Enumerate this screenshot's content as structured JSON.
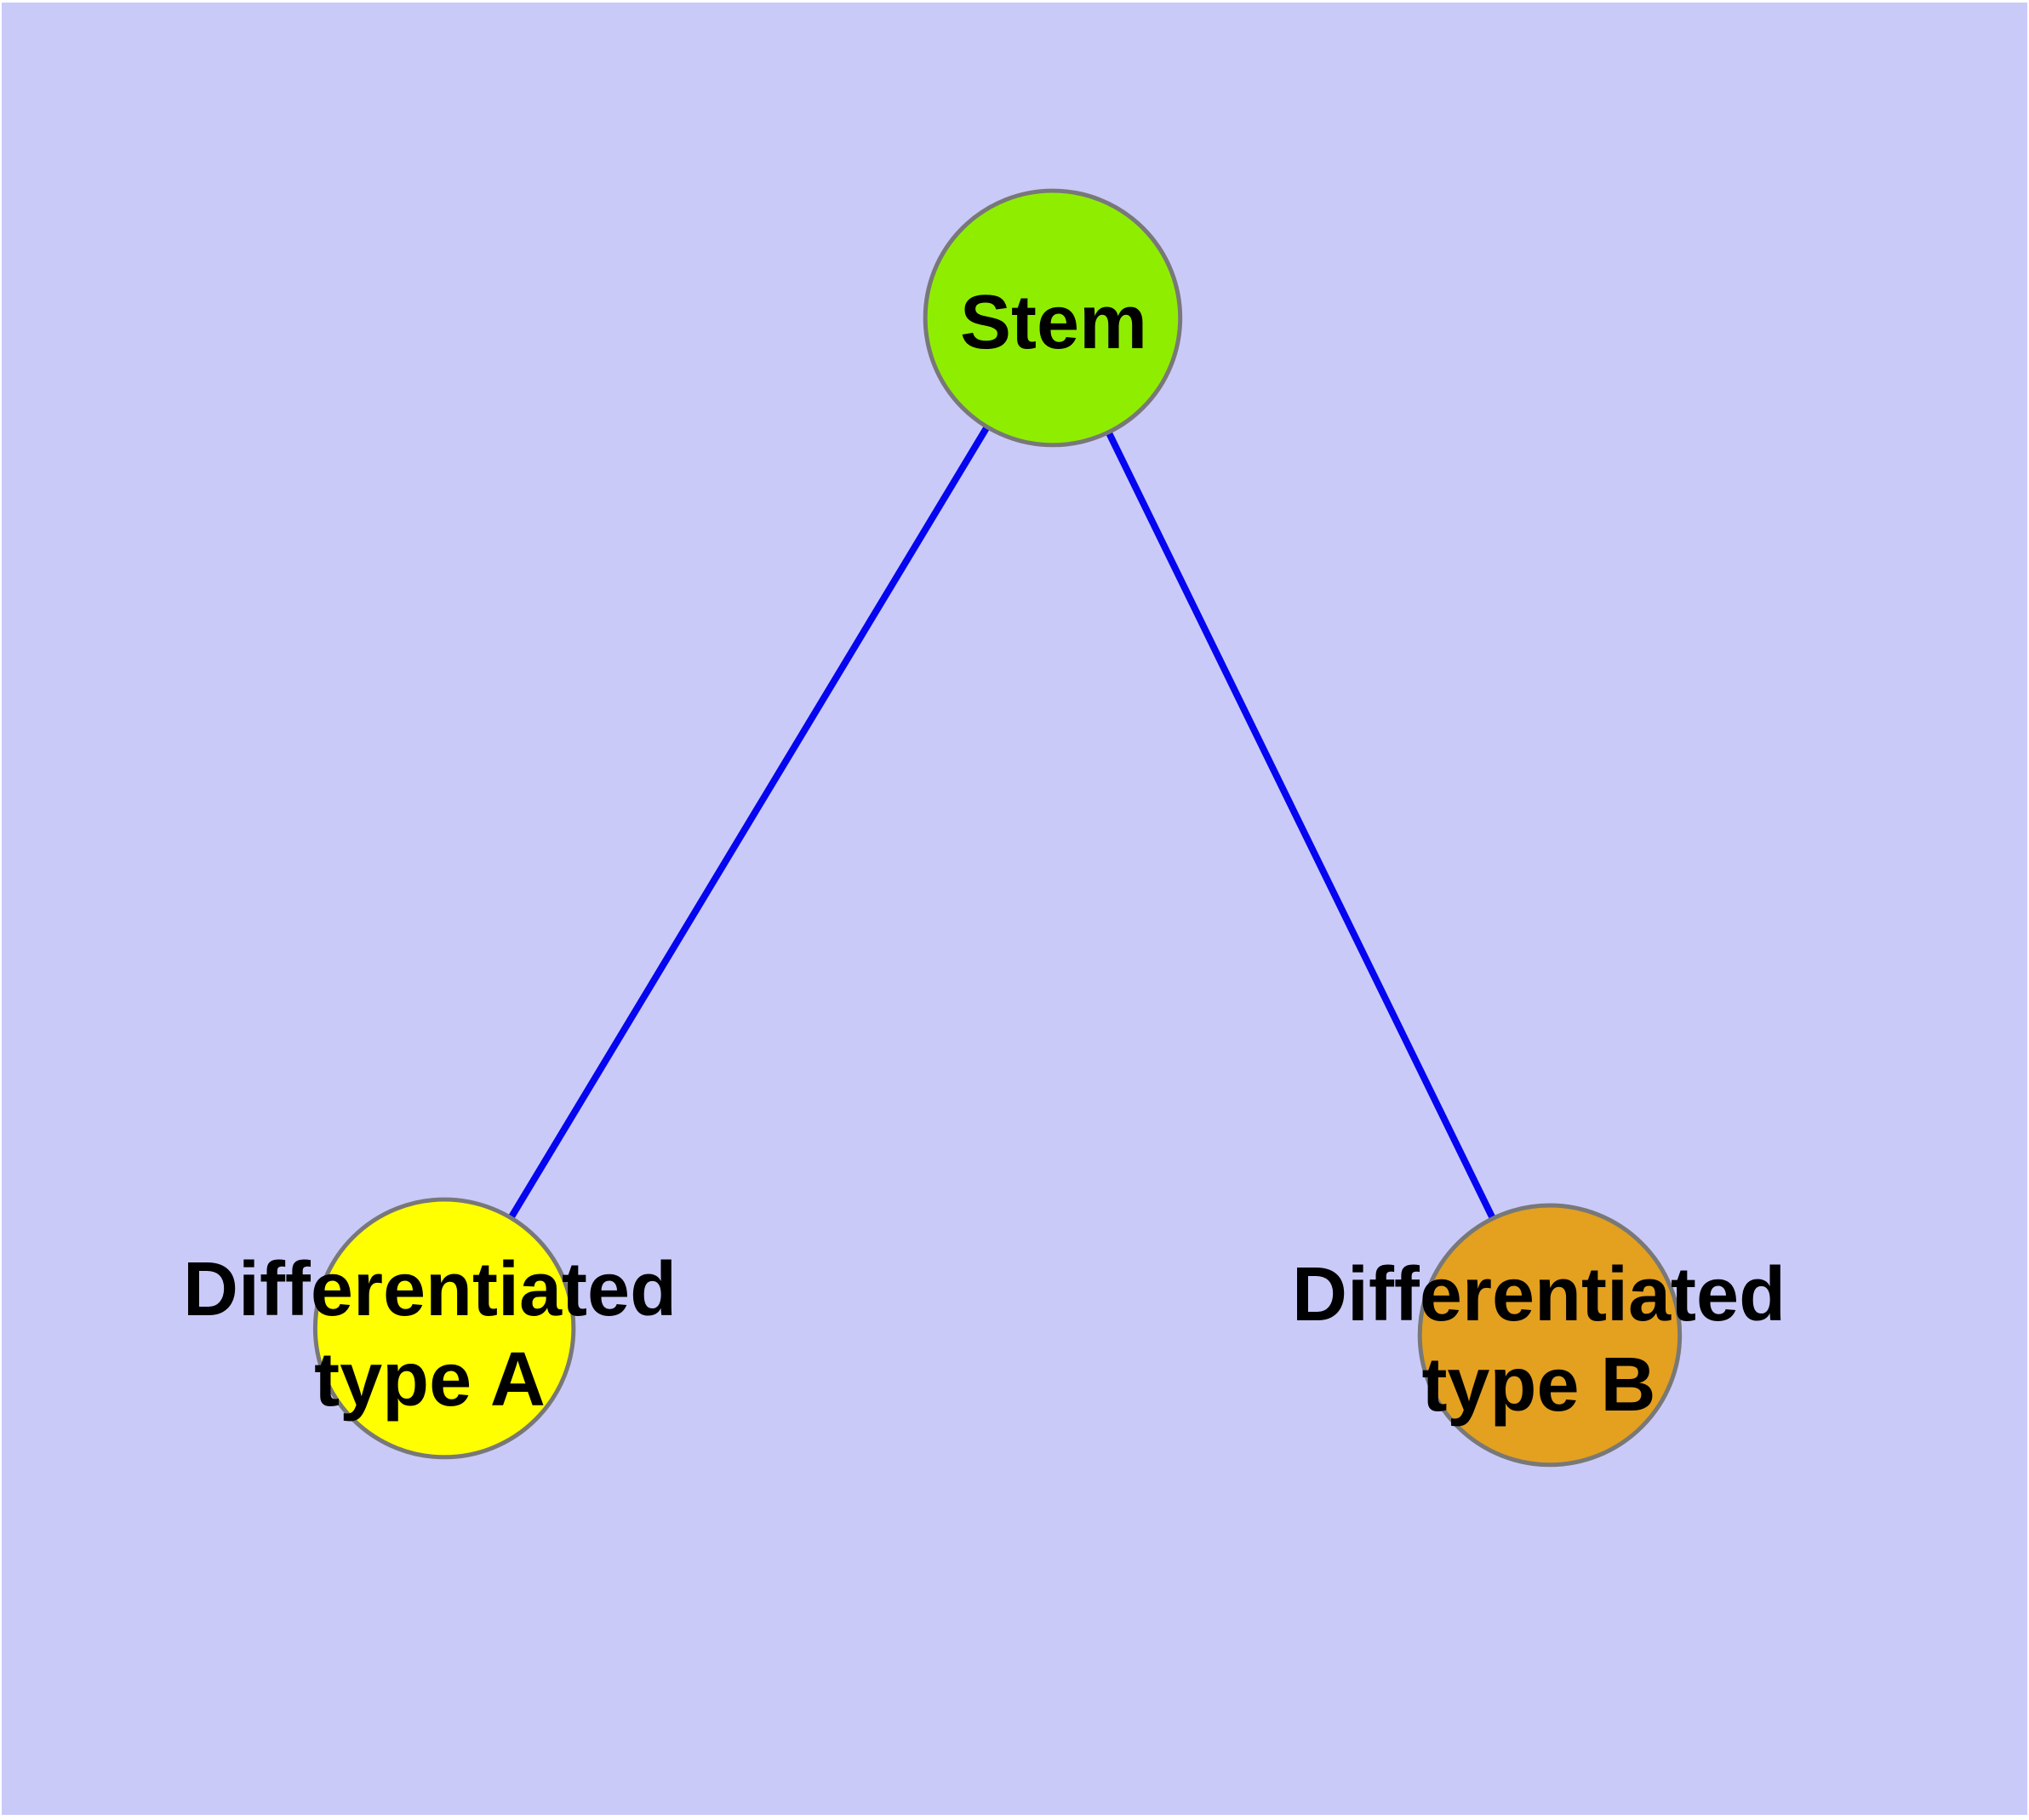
{
  "diagram": {
    "type": "node-link-graph",
    "background_color": "#CACAF9",
    "frame_color": "#FFFFFF",
    "edge_color": "#0505F0",
    "node_border_color": "#787878",
    "text_color": "#000000",
    "nodes": [
      {
        "id": "stem",
        "label": "Stem",
        "fill": "#8FEE00"
      },
      {
        "id": "differentiated-type-a",
        "label_line1": "Differentiated",
        "label_line2": "type A",
        "fill": "#FFFF00"
      },
      {
        "id": "differentiated-type-b",
        "label_line1": "Differentiated",
        "label_line2": "type B",
        "fill": "#E4A01F"
      }
    ],
    "edges": [
      {
        "from": "Stem",
        "to": "Differentiated type A"
      },
      {
        "from": "Stem",
        "to": "Differentiated type B"
      }
    ]
  }
}
